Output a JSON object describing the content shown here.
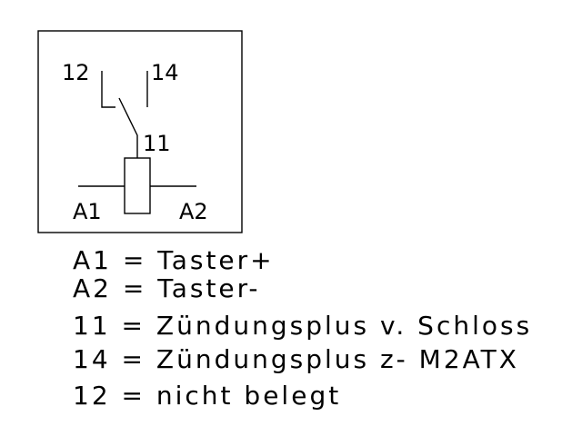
{
  "diagram": {
    "terminals": {
      "t12": "12",
      "t14": "14",
      "t11": "11",
      "a1": "A1",
      "a2": "A2"
    },
    "legend": [
      "A1 = Taster+",
      "A2 = Taster-",
      "11 = Zündungsplus v. Schloss",
      "14 = Zündungsplus z- M2ATX",
      "12 = nicht belegt"
    ]
  }
}
